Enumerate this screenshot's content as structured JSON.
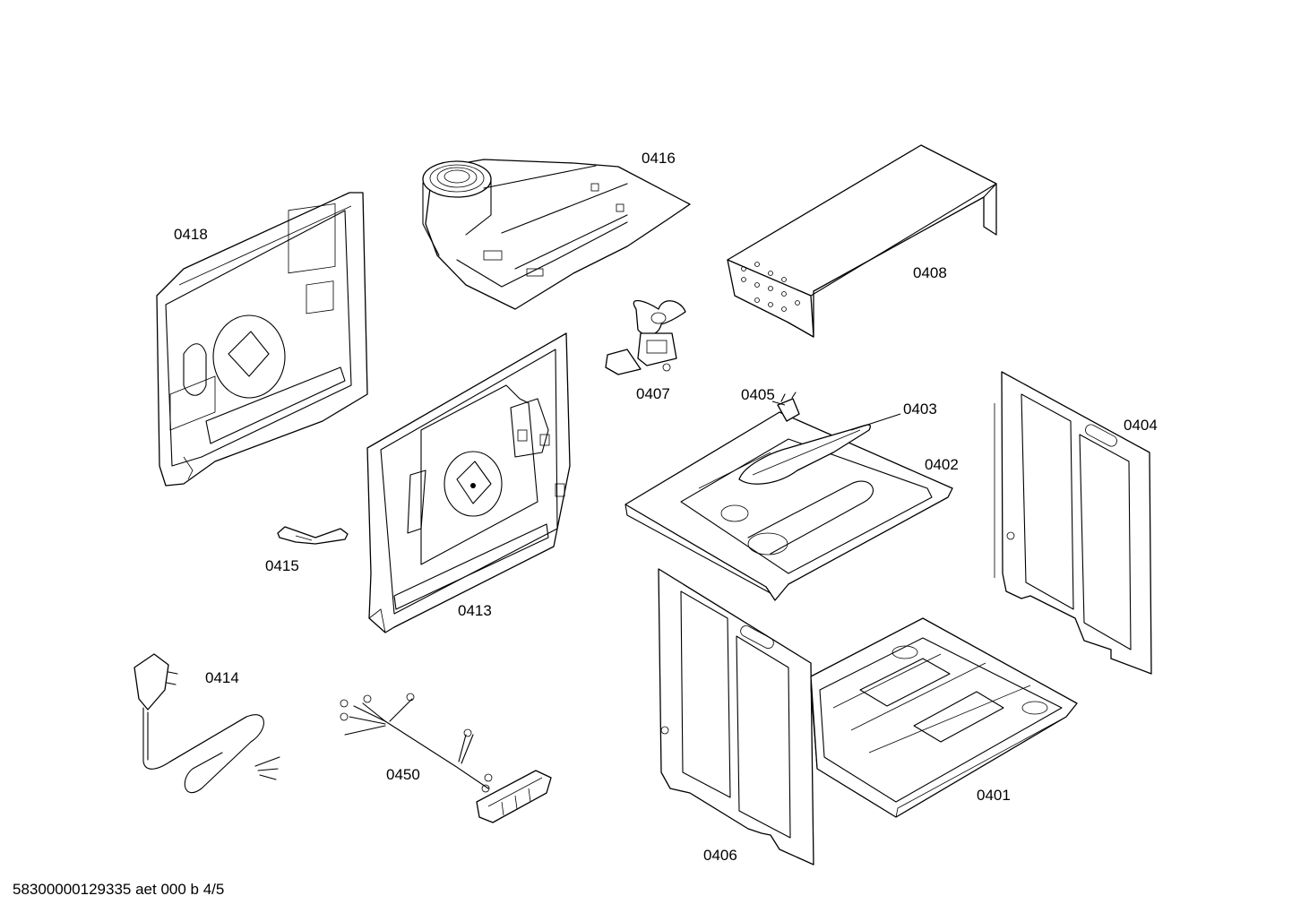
{
  "parts": {
    "p0416": "0416",
    "p0418": "0418",
    "p0408": "0408",
    "p0407": "0407",
    "p0405": "0405",
    "p0403": "0403",
    "p0404": "0404",
    "p0402": "0402",
    "p0415": "0415",
    "p0413": "0413",
    "p0414": "0414",
    "p0450": "0450",
    "p0401": "0401",
    "p0406": "0406"
  },
  "footer": {
    "document_id": "58300000129335 aet 000 b 4/5"
  }
}
